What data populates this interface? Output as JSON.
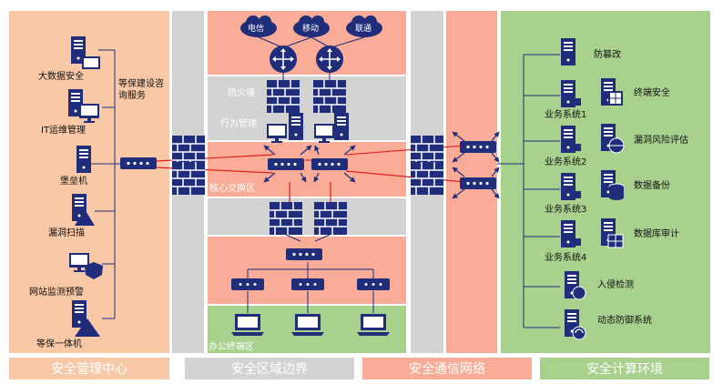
{
  "management": {
    "items": [
      {
        "label": "大数据安全",
        "icon": "server-with-screen-icon"
      },
      {
        "label": "IT运维管理",
        "icon": "server-with-monitor-icon"
      },
      {
        "label": "堡垒机",
        "icon": "server-icon"
      },
      {
        "label": "漏洞扫描",
        "icon": "server-with-warning-icon"
      },
      {
        "label": "网站监测预警",
        "icon": "monitor-with-shield-icon"
      },
      {
        "label": "等保一体机",
        "icon": "server-with-network-icon"
      }
    ],
    "consult_label_line1": "等保建设咨",
    "consult_label_line2": "询服务"
  },
  "region": {
    "isp": [
      "电信",
      "移动",
      "联通"
    ],
    "firewall_label": "防火墙",
    "behavior_label": "行为管理",
    "core_switch_label": "核心交换区",
    "office_terminal_label": "办公终端区"
  },
  "compute": {
    "right_items": [
      {
        "label": "防篡改",
        "icon": "server-icon"
      },
      {
        "label": "终端安全",
        "icon": "windows-server-icon"
      },
      {
        "label": "漏洞风险评估",
        "icon": "globe-server-icon"
      },
      {
        "label": "数据备份",
        "icon": "database-server-icon"
      },
      {
        "label": "数据库审计",
        "icon": "grid-server-icon"
      },
      {
        "label": "入侵检测",
        "icon": "globe-server-icon"
      },
      {
        "label": "动态防御系统",
        "icon": "refresh-server-icon"
      }
    ],
    "business_systems": [
      "业务系统1",
      "业务系统2",
      "业务系统3",
      "业务系统4"
    ]
  },
  "footer": {
    "labels": [
      "安全管理中心",
      "安全区域边界",
      "安全通信网络",
      "安全计算环境"
    ]
  },
  "colors": {
    "management_bg": "#f9c8a6",
    "border_gray": "#d3d3d3",
    "salmon": "#f9ad98",
    "green": "#a9d18e",
    "device_blue": "#1f2d7b",
    "link_red": "#e02020"
  }
}
